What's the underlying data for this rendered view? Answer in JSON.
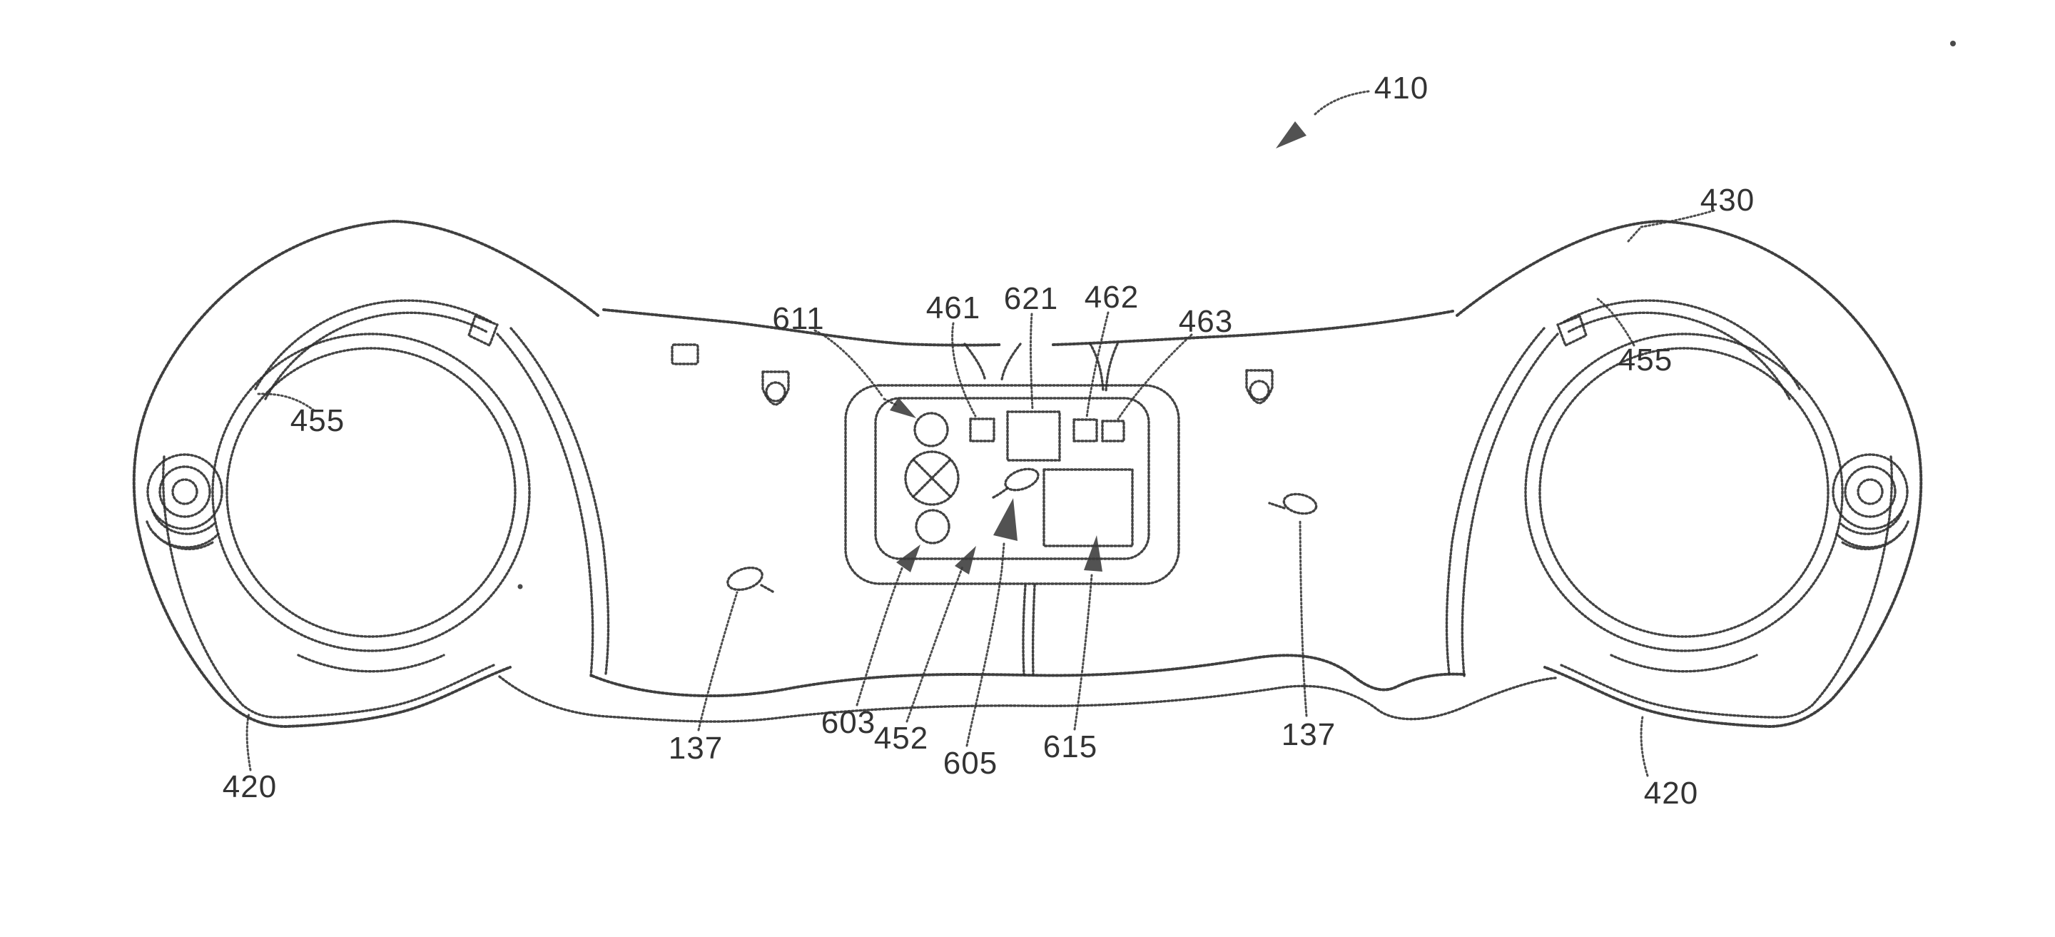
{
  "figure": {
    "type": "patent-line-drawing-handcuffs",
    "background_color": "#ffffff",
    "ink_color": "#2f2f2f",
    "labels": {
      "r410": "410",
      "r430": "430",
      "r455_left": "455",
      "r455_right": "455",
      "r420_left": "420",
      "r420_right": "420",
      "r137_left": "137",
      "r137_right": "137",
      "r611": "611",
      "r461": "461",
      "r621": "621",
      "r462": "462",
      "r463": "463",
      "r603": "603",
      "r452": "452",
      "r605": "605",
      "r615": "615"
    }
  }
}
